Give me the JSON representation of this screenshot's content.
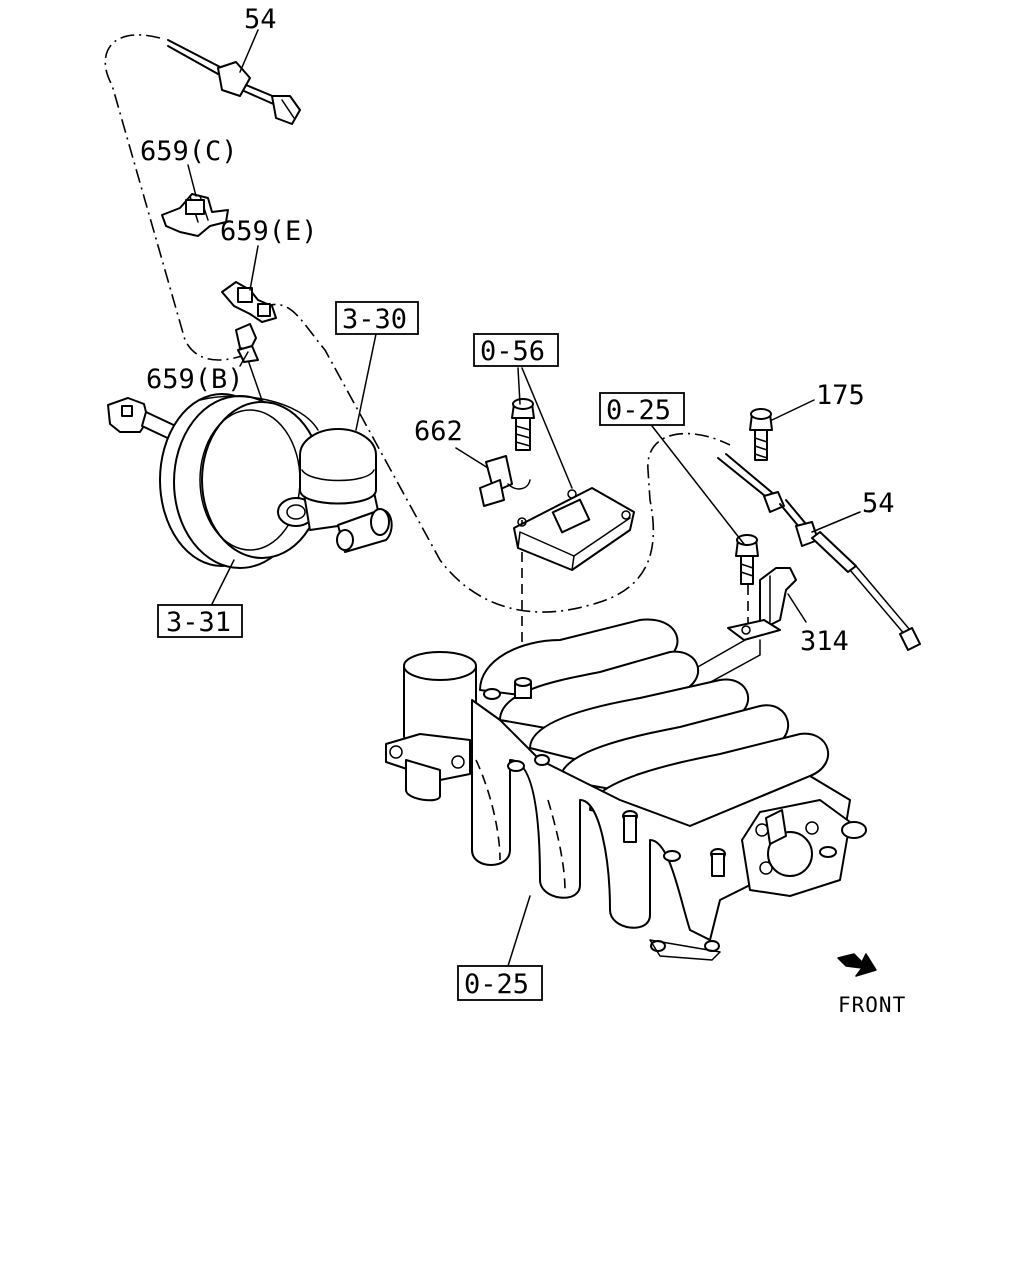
{
  "callouts": {
    "c54_top": "54",
    "c659c": "659(C)",
    "c659e": "659(E)",
    "c659b": "659(B)",
    "c662": "662",
    "c175": "175",
    "c54_right": "54",
    "c314": "314",
    "front": "FRONT"
  },
  "boxed_refs": {
    "r330": "3-30",
    "r331": "3-31",
    "r056": "0-56",
    "r025_top": "0-25",
    "r025_bottom": "0-25"
  },
  "icons": {
    "front_arrow": "arrow-down-right-icon"
  }
}
